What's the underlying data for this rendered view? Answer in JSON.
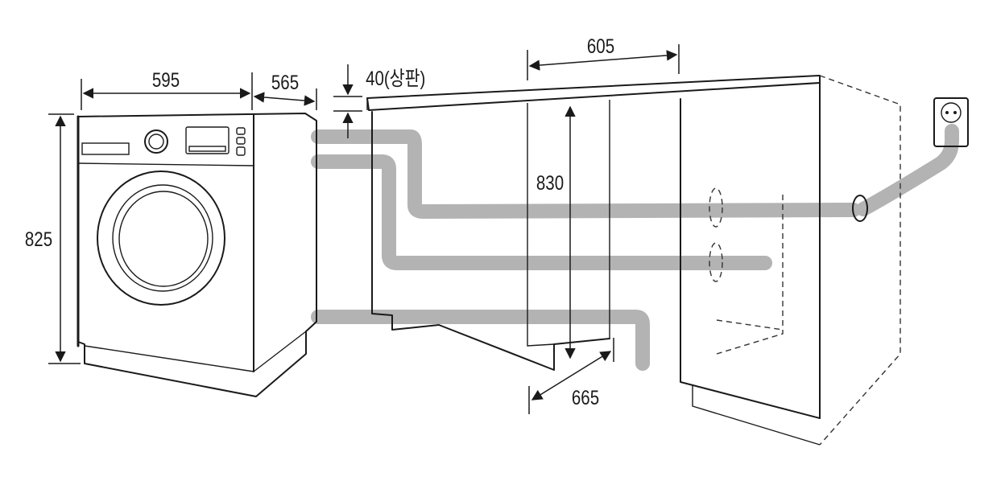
{
  "dimensions": {
    "washer_width": "595",
    "washer_depth": "565",
    "worktop_thickness": "40(상판)",
    "washer_height": "825",
    "cabinet_width": "605",
    "cabinet_height": "830",
    "cabinet_depth": "665"
  }
}
